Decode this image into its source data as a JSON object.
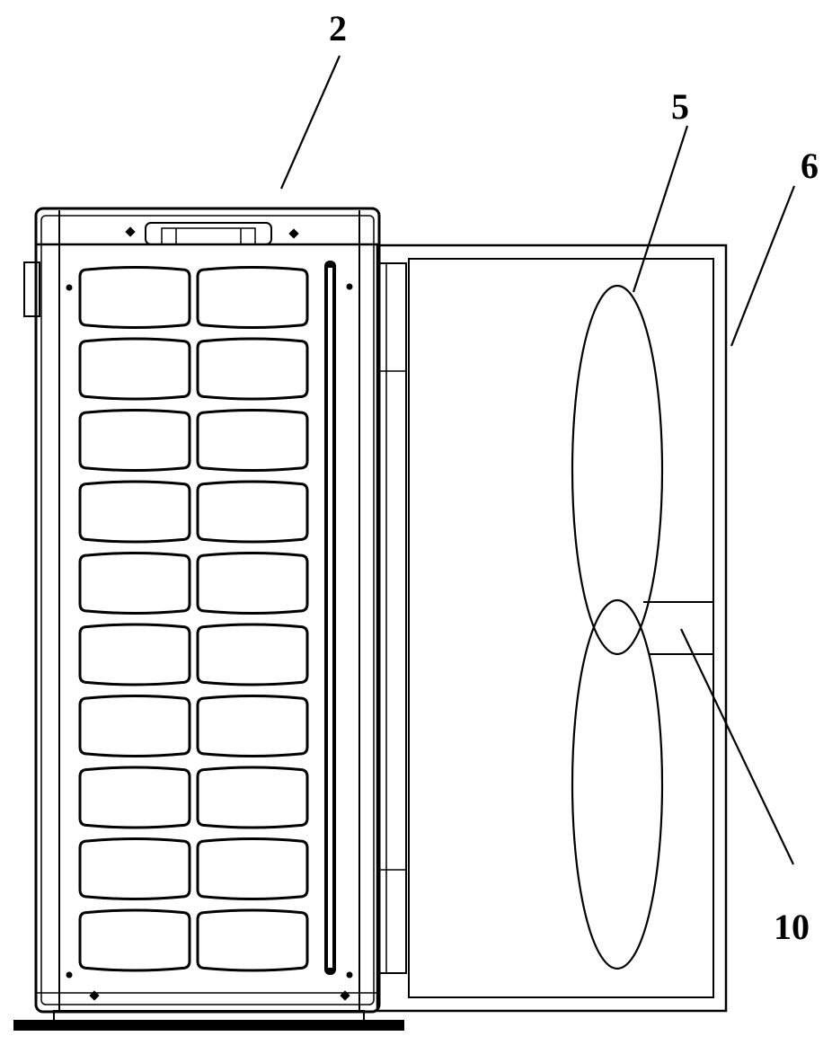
{
  "labels": {
    "unit": "2",
    "fan": "5",
    "casing": "6",
    "bracket": "10"
  },
  "grille": {
    "rows": 10,
    "cols": 2
  },
  "colors": {
    "line": "#000000",
    "background": "#ffffff"
  }
}
